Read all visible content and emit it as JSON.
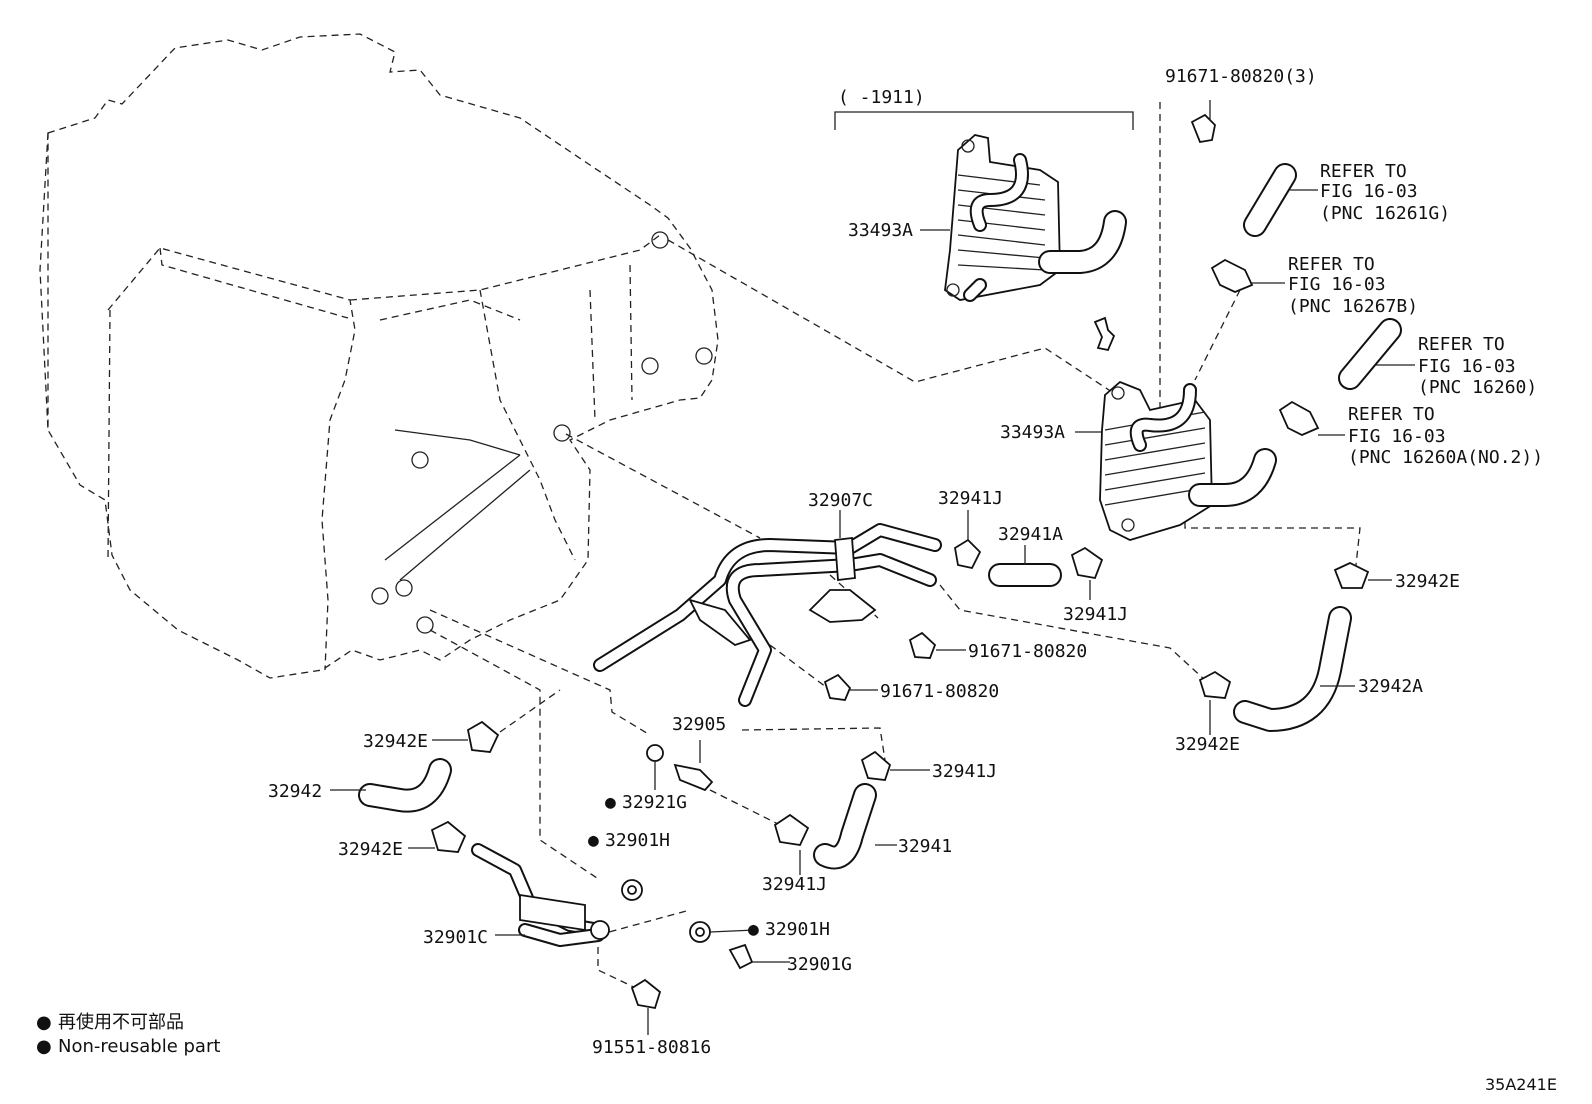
{
  "diagram": {
    "code": "35A241E",
    "period_label": "(      -1911)",
    "legend": [
      {
        "symbol": "●",
        "text": "再使用不可部品"
      },
      {
        "symbol": "●",
        "text": "Non-reusable part"
      }
    ],
    "parts": {
      "cooler_upper": "33493A",
      "cooler_lower": "33493A",
      "bolt_top": "91671-80820(3)",
      "hose_pipe": "32907C",
      "clamp_a": "32941J",
      "hose_small": "32941A",
      "clamp_b": "32941J",
      "clamp_right": "32942E",
      "hose_right": "32942A",
      "clamp_right2": "32942E",
      "bolt_mid": "91671-80820",
      "bolt_mid2": "91671-80820",
      "sensor": "32905",
      "clamp_c": "32941J",
      "hose_center": "32941",
      "clamp_d": "32941J",
      "clamp_left": "32942E",
      "hose_left": "32942",
      "clamp_left2": "32942E",
      "oring": "32921G",
      "gasket_a": "32901H",
      "pipe_left": "32901C",
      "gasket_b": "32901H",
      "union_bolt": "32901G",
      "bolt_bottom": "91551-80816"
    },
    "refs": [
      {
        "line1": "REFER TO",
        "line2": "FIG 16-03",
        "line3": "(PNC 16261G)"
      },
      {
        "line1": "REFER TO",
        "line2": "FIG 16-03",
        "line3": "(PNC 16267B)"
      },
      {
        "line1": "REFER TO",
        "line2": "FIG 16-03",
        "line3": "(PNC 16260)"
      },
      {
        "line1": "REFER TO",
        "line2": "FIG 16-03",
        "line3": "(PNC 16260A(NO.2))"
      }
    ],
    "non_reusable_marked": [
      "32921G",
      "32901H",
      "32901H"
    ]
  }
}
